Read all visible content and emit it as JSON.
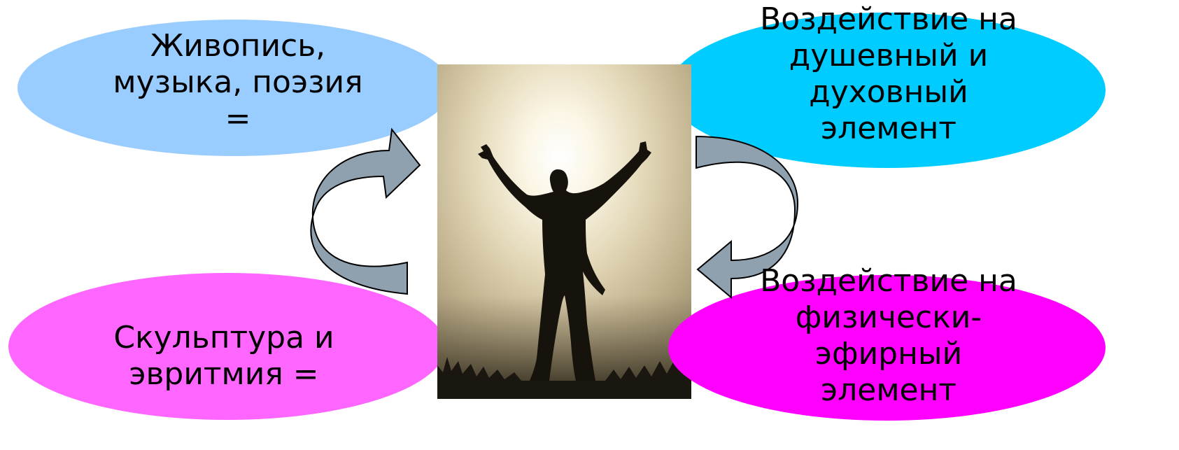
{
  "colors": {
    "top_left_fill": "#99ccff",
    "top_right_fill": "#00ccff",
    "bottom_left_fill": "#ff66ff",
    "bottom_right_fill": "#ff00ff",
    "arrow_fill": "#8fa0af",
    "arrow_stroke": "#000000"
  },
  "nodes": {
    "top_left": "Живопись,\nмузыка, поэзия\n=",
    "top_right": "Воздействие на\nдушевный и\nдуховный\nэлемент",
    "bottom_left": "Скульптура и\nэвритмия =",
    "bottom_right": "Воздействие на\nфизически-\nэфирный\nэлемент"
  },
  "center_image": {
    "icon": "silhouette-person-arms-raised"
  }
}
